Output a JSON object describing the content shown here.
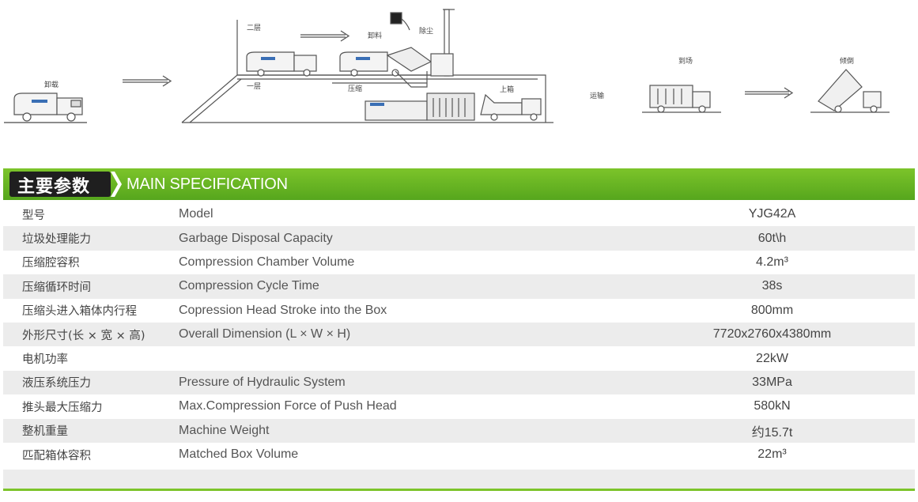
{
  "diagram": {
    "labels": {
      "truck_start": "卸载",
      "level_two": "二层",
      "level_one": "一层",
      "unload": "卸料",
      "dust": "除尘",
      "compress": "压缩",
      "load": "上箱",
      "transport": "运输",
      "arrive": "到场",
      "dump": "倾倒"
    }
  },
  "header": {
    "title_cn": "主要参数",
    "title_en": "MAIN SPECIFICATION"
  },
  "specs": [
    {
      "cn": "型号",
      "en": "Model",
      "value": "YJG42A"
    },
    {
      "cn": "垃圾处理能力",
      "en": "Garbage Disposal Capacity",
      "value": "60t\\h"
    },
    {
      "cn": "压缩腔容积",
      "en": "Compression Chamber Volume",
      "value": "4.2m³"
    },
    {
      "cn": "压缩循环时间",
      "en": "Compression Cycle Time",
      "value": "38s"
    },
    {
      "cn": "压缩头进入箱体内行程",
      "en": "Copression Head Stroke into the Box",
      "value": "800mm"
    },
    {
      "cn": "外形尺寸(长 × 宽 × 高)",
      "en": "Overall Dimension (L × W × H)",
      "value": "7720x2760x4380mm"
    },
    {
      "cn": "电机功率",
      "en": "",
      "value": "22kW"
    },
    {
      "cn": "液压系统压力",
      "en": "Pressure of Hydraulic System",
      "value": "33MPa"
    },
    {
      "cn": "推头最大压缩力",
      "en": "Max.Compression Force of Push Head",
      "value": "580kN"
    },
    {
      "cn": "整机重量",
      "en": "Machine Weight",
      "value": "约15.7t"
    },
    {
      "cn": "匹配箱体容积",
      "en": "Matched Box Volume",
      "value": "22m³"
    }
  ]
}
